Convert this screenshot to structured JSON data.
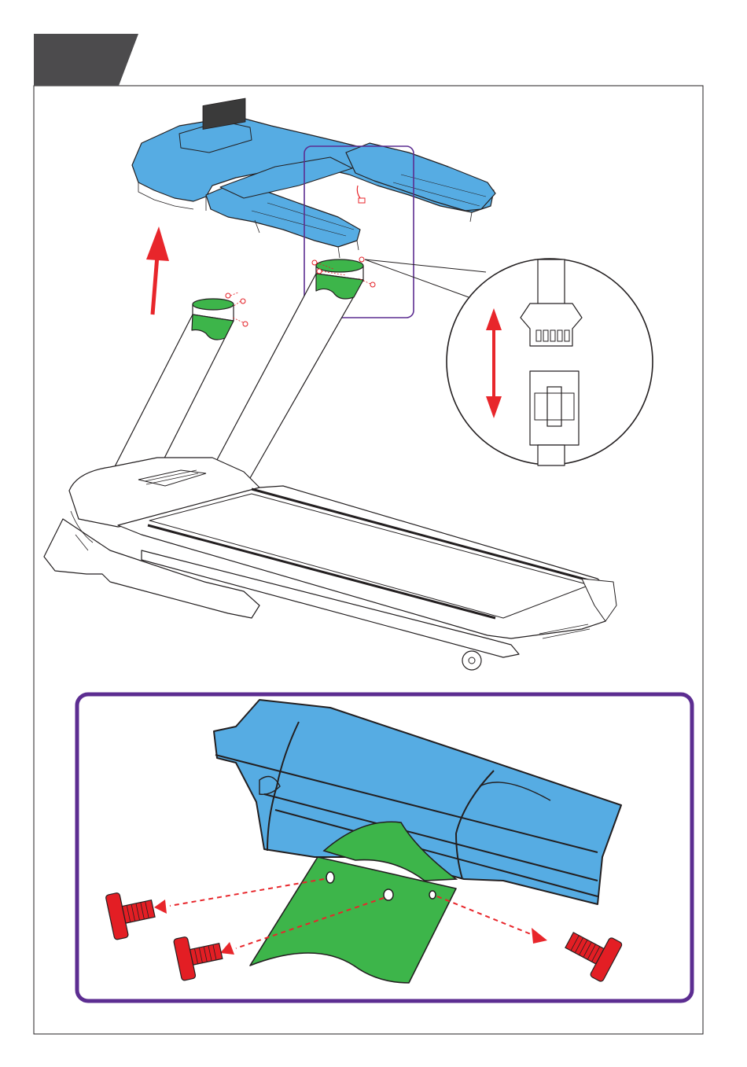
{
  "step_tab": {
    "label": ""
  },
  "colors": {
    "console_blue": "#56ace3",
    "upright_green": "#3db54a",
    "arrow_red": "#e8262b",
    "bolt_red": "#e31e24",
    "frame_purple": "#5c2d91",
    "tab_gray": "#4c4b4d",
    "outline": "#231f20"
  },
  "parts": {
    "console": {
      "name": "console-assembly-icon"
    },
    "upright_left": {
      "name": "left-upright-tube-icon"
    },
    "upright_right": {
      "name": "right-upright-tube-icon"
    },
    "treadmill_base": {
      "name": "treadmill-base-icon"
    },
    "cable_connector": {
      "name": "cable-connector-icon"
    },
    "bolts": {
      "name": "bolt-icon",
      "count_in_detail": 3
    }
  },
  "arrows": {
    "lift": {
      "direction": "up"
    },
    "connect": {
      "direction": "up-down"
    },
    "bolt_removal": {
      "direction": "outward"
    }
  }
}
